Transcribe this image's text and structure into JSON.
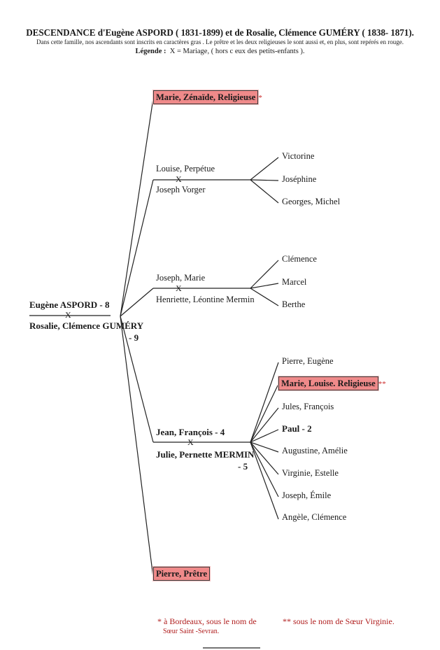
{
  "header": {
    "title": "DESCENDANCE d'Eugène ASPORD ( 1831-1899) et de Rosalie, Clémence GUMÉRY ( 1838- 1871).",
    "intro": "Dans cette famille,  nos ascendants sont inscrits en caractères gras . Le prêtre et les deux religieuses le sont aussi et, en plus, sont repérés en rouge.",
    "legend_label": "Légende :",
    "legend_text": "X = Mariage, ( hors c eux des petits-enfants )."
  },
  "couple": {
    "husband": "Eugène ASPORD - 8",
    "marriage": "X",
    "wife": "Rosalie, Clémence GUMÉRY",
    "wife_number": "- 9"
  },
  "children": {
    "marie_zenaide": {
      "label": "Marie, Zénaïde, Religieuse",
      "mark": "*"
    },
    "louise": {
      "name": "Louise, Perpétue",
      "marriage": "X",
      "spouse": "Joseph Vorger",
      "children": [
        "Victorine",
        "Joséphine",
        "Georges, Michel"
      ]
    },
    "joseph": {
      "name": "Joseph, Marie",
      "marriage": "X",
      "spouse": "Henriette, Léontine Mermin",
      "children": [
        "Clémence",
        "Marcel",
        "Berthe"
      ]
    },
    "jean": {
      "name": "Jean, François - 4",
      "marriage": "X",
      "spouse": "Julie, Pernette MERMIN",
      "spouse_number": "- 5",
      "children": {
        "c1": "Pierre, Eugène",
        "c2": {
          "label": "Marie, Louise. Religieuse",
          "mark": "**"
        },
        "c3": "Jules, François",
        "c4": "Paul - 2",
        "c5": "Augustine, Amélie",
        "c6": "Virginie, Estelle",
        "c7": "Joseph, Émile",
        "c8": "Angèle, Clémence"
      }
    },
    "pierre": {
      "label": "Pierre, Prêtre"
    }
  },
  "footnotes": {
    "one_line1": "* à Bordeaux, sous le nom de",
    "one_line2": "Sœur  Saint -Sevran.",
    "two": "**  sous le nom de Sœur Virginie."
  },
  "colors": {
    "highlight_fill": "#ef8a8a",
    "note_red": "#b01e1e",
    "ink": "#1a1a1a"
  }
}
